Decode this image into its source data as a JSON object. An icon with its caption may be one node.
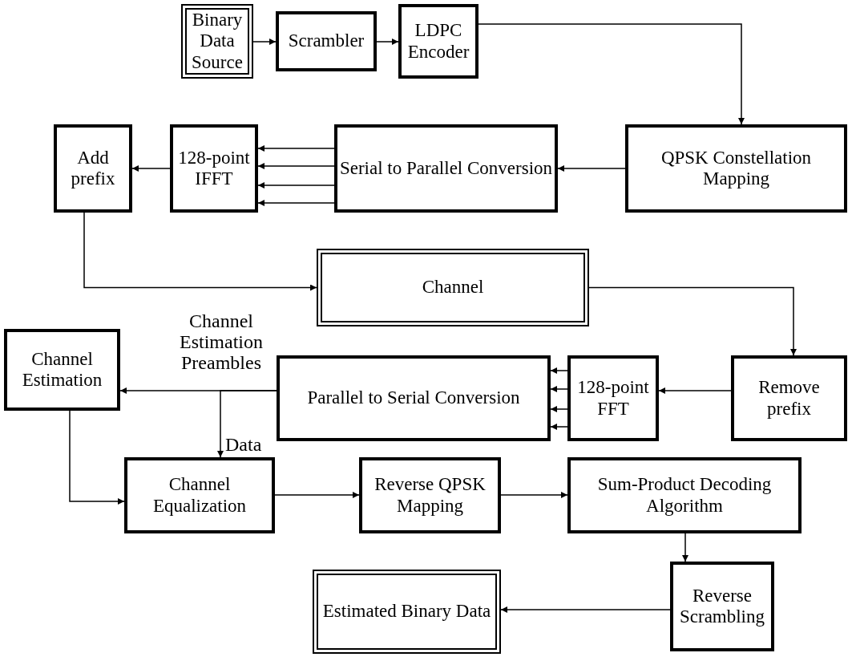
{
  "diagram": {
    "nodes": [
      {
        "text": [
          "Binary Data Source"
        ]
      },
      {
        "text": [
          "Scrambler"
        ]
      },
      {
        "text": [
          "LDPC Encoder"
        ]
      },
      {
        "text": [
          "QPSK Constellation Mapping"
        ]
      },
      {
        "text": [
          "Serial to Parallel Conversion"
        ]
      },
      {
        "text": [
          "128-point IFFT"
        ]
      },
      {
        "text": [
          "Add prefix"
        ]
      },
      {
        "text": [
          "Channel"
        ]
      },
      {
        "text": [
          "Remove prefix"
        ]
      },
      {
        "text": [
          "128-point FFT"
        ]
      },
      {
        "text": [
          "Parallel to Serial Conversion"
        ]
      },
      {
        "text": [
          "Channel Estimation"
        ]
      },
      {
        "text": [
          "Channel Equalization"
        ]
      },
      {
        "text": [
          "Reverse QPSK Mapping"
        ]
      },
      {
        "text": [
          "Sum-Product Decoding Algorithm"
        ]
      },
      {
        "text": [
          "Reverse Scrambling"
        ]
      },
      {
        "text": [
          "Estimated Binary Data"
        ]
      }
    ],
    "edges": [
      {
        "from": 0,
        "to": 1,
        "arrow": "to"
      },
      {
        "from": 1,
        "to": 2,
        "arrow": "to"
      },
      {
        "from": 2,
        "to": 3,
        "arrow": "to"
      },
      {
        "from": 3,
        "to": 4,
        "arrow": "to"
      },
      {
        "from": 4,
        "to": 5,
        "arrow": "to"
      },
      {
        "from": 4,
        "to": 5,
        "arrow": "to"
      },
      {
        "from": 4,
        "to": 5,
        "arrow": "to"
      },
      {
        "from": 4,
        "to": 5,
        "arrow": "to"
      },
      {
        "from": 5,
        "to": 6,
        "arrow": "to"
      },
      {
        "from": 6,
        "to": 7,
        "arrow": "to"
      },
      {
        "from": 7,
        "to": 8,
        "arrow": "to"
      },
      {
        "from": 8,
        "to": 9,
        "arrow": "to"
      },
      {
        "from": 9,
        "to": 10,
        "arrow": "to"
      },
      {
        "from": 9,
        "to": 10,
        "arrow": "to"
      },
      {
        "from": 9,
        "to": 10,
        "arrow": "to"
      },
      {
        "from": 9,
        "to": 10,
        "arrow": "to"
      },
      {
        "from": 10,
        "to": 11,
        "arrow": "to",
        "label": "Channel Estimation Preambles"
      },
      {
        "from": 10,
        "to": 12,
        "arrow": "to",
        "label": "Data"
      },
      {
        "from": 11,
        "to": 12,
        "arrow": "to"
      },
      {
        "from": 12,
        "to": 13,
        "arrow": "to"
      },
      {
        "from": 13,
        "to": 14,
        "arrow": "to"
      },
      {
        "from": 14,
        "to": 15,
        "arrow": "to"
      },
      {
        "from": 15,
        "to": 16,
        "arrow": "to"
      }
    ]
  }
}
